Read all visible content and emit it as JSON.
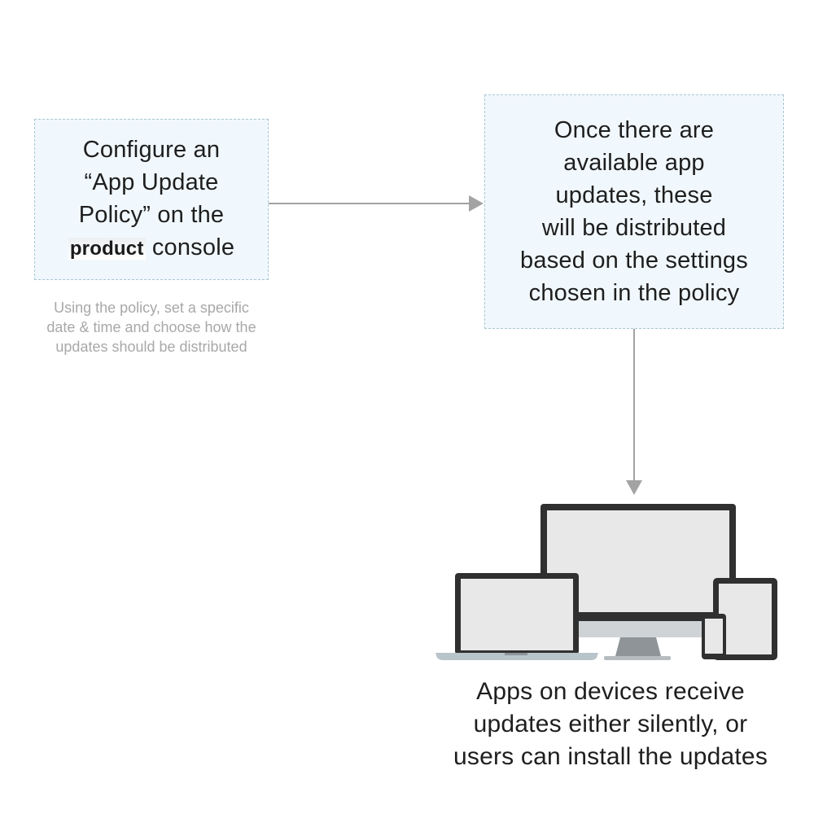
{
  "step1": {
    "lines": [
      "Configure an",
      "“App Update",
      "Policy” on the"
    ],
    "product_label": "product",
    "console_label": "console",
    "caption_lines": [
      "Using the policy, set a specific",
      "date & time and choose how the",
      "updates should be distributed"
    ]
  },
  "step2": {
    "lines": [
      "Once there are",
      "available app",
      "updates, these",
      "will be distributed",
      "based on the settings",
      "chosen in the policy"
    ]
  },
  "step3": {
    "lines": [
      "Apps on devices receive",
      "updates either silently, or",
      "users can install the updates"
    ]
  },
  "colors": {
    "box_fill": "#f1f8fd",
    "box_border": "#a9c6d2",
    "arrow": "#a3a3a3",
    "device_frame": "#303030",
    "device_screen": "#e8e8e8"
  },
  "icons": [
    "right-arrow-icon",
    "down-arrow-icon",
    "devices-icon"
  ]
}
